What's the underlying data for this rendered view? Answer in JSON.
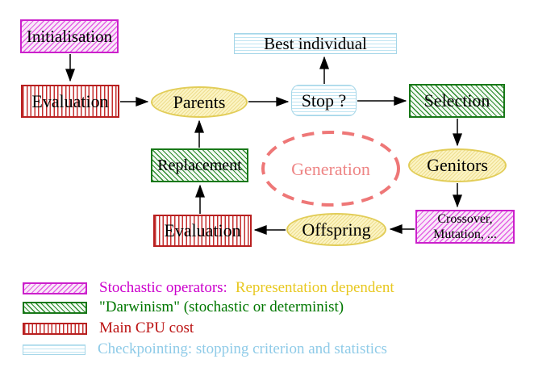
{
  "nodes": {
    "initialisation": "Initialisation",
    "evaluation_top": "Evaluation",
    "parents": "Parents",
    "stop": "Stop ?",
    "best_individual": "Best individual",
    "selection": "Selection",
    "genitors": "Genitors",
    "crossover_line1": "Crossover,",
    "crossover_line2": "Mutation, ...",
    "offspring": "Offspring",
    "evaluation_bottom": "Evaluation",
    "replacement": "Replacement",
    "generation": "Generation"
  },
  "edges": [
    {
      "from": "Initialisation",
      "to": "Evaluation"
    },
    {
      "from": "Evaluation",
      "to": "Parents"
    },
    {
      "from": "Parents",
      "to": "Stop ?"
    },
    {
      "from": "Stop ?",
      "to": "Best individual"
    },
    {
      "from": "Stop ?",
      "to": "Selection"
    },
    {
      "from": "Selection",
      "to": "Genitors"
    },
    {
      "from": "Genitors",
      "to": "Crossover, Mutation, ..."
    },
    {
      "from": "Crossover, Mutation, ...",
      "to": "Offspring"
    },
    {
      "from": "Offspring",
      "to": "Evaluation"
    },
    {
      "from": "Evaluation",
      "to": "Replacement"
    },
    {
      "from": "Replacement",
      "to": "Parents"
    }
  ],
  "legend": {
    "items": [
      {
        "pattern": "magenta-diagonal-hatch",
        "label": "Stochastic operators:",
        "label2": "Representation dependent"
      },
      {
        "pattern": "green-diagonal-hatch",
        "label": "\"Darwinism\" (stochastic or determinist)"
      },
      {
        "pattern": "red-vertical-lines",
        "label": "Main CPU cost"
      },
      {
        "pattern": "cyan-horizontal-lines",
        "label": "Checkpointing: stopping criterion and statistics"
      }
    ]
  },
  "colors": {
    "magenta_border": "#cb20cb",
    "green_border": "#187818",
    "red_border": "#b82020",
    "cyan_border": "#a5d6e8",
    "yellow_border": "#e2cd58",
    "generation_dash": "#ee7777",
    "arrow": "#000000",
    "text_magenta": "#cc00cc",
    "text_gold": "#e8c820",
    "text_green": "#007700",
    "text_red": "#bb1111",
    "text_cyan": "#8fcbe8"
  }
}
